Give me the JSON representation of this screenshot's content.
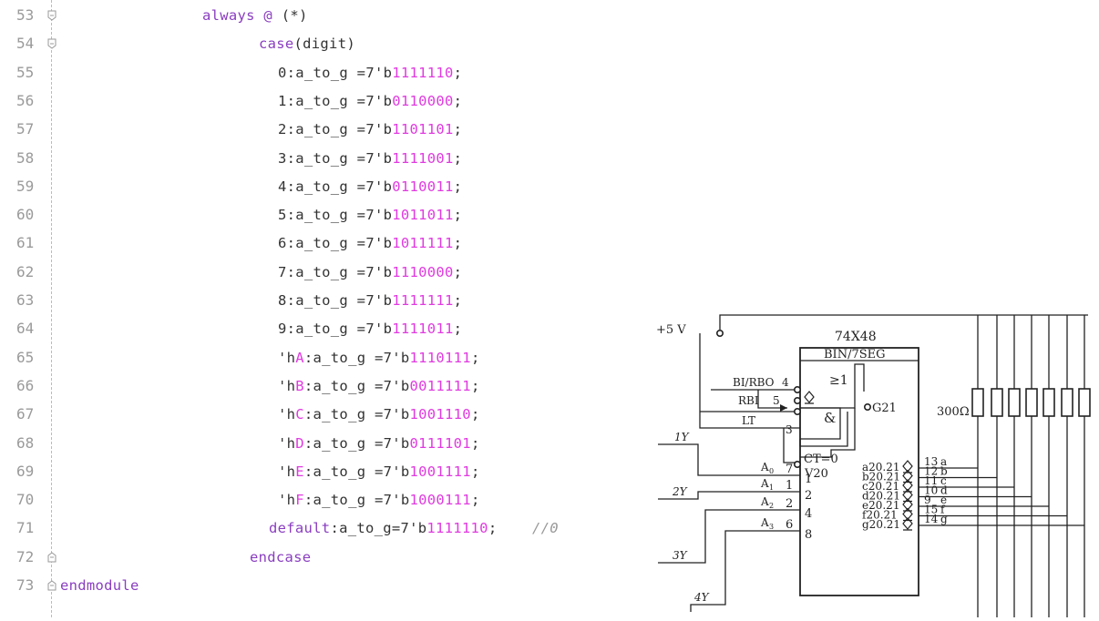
{
  "editor": {
    "lines": [
      {
        "n": "53",
        "fold": "open",
        "indent": 222,
        "parts": [
          {
            "t": "always @ ",
            "c": "kw"
          },
          {
            "t": "(*)",
            "c": ""
          }
        ]
      },
      {
        "n": "54",
        "fold": "open",
        "indent": 284,
        "parts": [
          {
            "t": "case",
            "c": "kw"
          },
          {
            "t": "(digit)",
            "c": ""
          }
        ]
      },
      {
        "n": "55",
        "fold": "",
        "indent": 305,
        "parts": [
          {
            "t": "0:a_to_g =7'b",
            "c": ""
          },
          {
            "t": "1111110",
            "c": "num"
          },
          {
            "t": ";",
            "c": ""
          }
        ]
      },
      {
        "n": "56",
        "fold": "",
        "indent": 305,
        "parts": [
          {
            "t": "1:a_to_g =7'b",
            "c": ""
          },
          {
            "t": "0110000",
            "c": "num"
          },
          {
            "t": ";",
            "c": ""
          }
        ]
      },
      {
        "n": "57",
        "fold": "",
        "indent": 305,
        "parts": [
          {
            "t": "2:a_to_g =7'b",
            "c": ""
          },
          {
            "t": "1101101",
            "c": "num"
          },
          {
            "t": ";",
            "c": ""
          }
        ]
      },
      {
        "n": "58",
        "fold": "",
        "indent": 305,
        "parts": [
          {
            "t": "3:a_to_g =7'b",
            "c": ""
          },
          {
            "t": "1111001",
            "c": "num"
          },
          {
            "t": ";",
            "c": ""
          }
        ]
      },
      {
        "n": "59",
        "fold": "",
        "indent": 305,
        "parts": [
          {
            "t": "4:a_to_g =7'b",
            "c": ""
          },
          {
            "t": "0110011",
            "c": "num"
          },
          {
            "t": ";",
            "c": ""
          }
        ]
      },
      {
        "n": "60",
        "fold": "",
        "indent": 305,
        "parts": [
          {
            "t": "5:a_to_g =7'b",
            "c": ""
          },
          {
            "t": "1011011",
            "c": "num"
          },
          {
            "t": ";",
            "c": ""
          }
        ]
      },
      {
        "n": "61",
        "fold": "",
        "indent": 305,
        "parts": [
          {
            "t": "6:a_to_g =7'b",
            "c": ""
          },
          {
            "t": "1011111",
            "c": "num"
          },
          {
            "t": ";",
            "c": ""
          }
        ]
      },
      {
        "n": "62",
        "fold": "",
        "indent": 305,
        "parts": [
          {
            "t": "7:a_to_g =7'b",
            "c": ""
          },
          {
            "t": "1110000",
            "c": "num"
          },
          {
            "t": ";",
            "c": ""
          }
        ]
      },
      {
        "n": "63",
        "fold": "",
        "indent": 305,
        "parts": [
          {
            "t": "8:a_to_g =7'b",
            "c": ""
          },
          {
            "t": "1111111",
            "c": "num"
          },
          {
            "t": ";",
            "c": ""
          }
        ]
      },
      {
        "n": "64",
        "fold": "",
        "indent": 305,
        "parts": [
          {
            "t": "9:a_to_g =7'b",
            "c": ""
          },
          {
            "t": "1111011",
            "c": "num"
          },
          {
            "t": ";",
            "c": ""
          }
        ]
      },
      {
        "n": "65",
        "fold": "",
        "indent": 305,
        "parts": [
          {
            "t": "'h",
            "c": ""
          },
          {
            "t": "A",
            "c": "hx"
          },
          {
            "t": ":a_to_g =7'b",
            "c": ""
          },
          {
            "t": "1110111",
            "c": "num"
          },
          {
            "t": ";",
            "c": ""
          }
        ]
      },
      {
        "n": "66",
        "fold": "",
        "indent": 305,
        "parts": [
          {
            "t": "'h",
            "c": ""
          },
          {
            "t": "B",
            "c": "hx"
          },
          {
            "t": ":a_to_g =7'b",
            "c": ""
          },
          {
            "t": "0011111",
            "c": "num"
          },
          {
            "t": ";",
            "c": ""
          }
        ]
      },
      {
        "n": "67",
        "fold": "",
        "indent": 305,
        "parts": [
          {
            "t": "'h",
            "c": ""
          },
          {
            "t": "C",
            "c": "hx"
          },
          {
            "t": ":a_to_g =7'b",
            "c": ""
          },
          {
            "t": "1001110",
            "c": "num"
          },
          {
            "t": ";",
            "c": ""
          }
        ]
      },
      {
        "n": "68",
        "fold": "",
        "indent": 305,
        "parts": [
          {
            "t": "'h",
            "c": ""
          },
          {
            "t": "D",
            "c": "hx"
          },
          {
            "t": ":a_to_g =7'b",
            "c": ""
          },
          {
            "t": "0111101",
            "c": "num"
          },
          {
            "t": ";",
            "c": ""
          }
        ]
      },
      {
        "n": "69",
        "fold": "",
        "indent": 305,
        "parts": [
          {
            "t": "'h",
            "c": ""
          },
          {
            "t": "E",
            "c": "hx"
          },
          {
            "t": ":a_to_g =7'b",
            "c": ""
          },
          {
            "t": "1001111",
            "c": "num"
          },
          {
            "t": ";",
            "c": ""
          }
        ]
      },
      {
        "n": "70",
        "fold": "",
        "indent": 305,
        "parts": [
          {
            "t": "'h",
            "c": ""
          },
          {
            "t": "F",
            "c": "hx"
          },
          {
            "t": ":a_to_g =7'b",
            "c": ""
          },
          {
            "t": "1000111",
            "c": "num"
          },
          {
            "t": ";",
            "c": ""
          }
        ]
      },
      {
        "n": "71",
        "fold": "",
        "indent": 295,
        "parts": [
          {
            "t": "default",
            "c": "kw"
          },
          {
            "t": ":a_to_g=7'b",
            "c": ""
          },
          {
            "t": "1111110",
            "c": "num"
          },
          {
            "t": ";    ",
            "c": ""
          },
          {
            "t": "//0",
            "c": "cm"
          }
        ]
      },
      {
        "n": "72",
        "fold": "close",
        "indent": 274,
        "parts": [
          {
            "t": "endcase",
            "c": "kw"
          }
        ]
      },
      {
        "n": "73",
        "fold": "close",
        "indent": 66,
        "parts": [
          {
            "t": "endmodule",
            "c": "kw"
          }
        ]
      }
    ]
  },
  "schematic": {
    "supply_label": "+5 V",
    "chip_name": "74X48",
    "chip_function": "BIN/7SEG",
    "or_symbol": "≥1",
    "and_symbol": "&",
    "g_label": "G21",
    "ct_label": "CT=0",
    "v_label": "V20",
    "resistor_label": "300Ω",
    "control_pins": [
      {
        "name": "BI/RBO",
        "pin": "4"
      },
      {
        "name": "RBI",
        "pin": "5"
      },
      {
        "name": "LT",
        "pin": "3"
      }
    ],
    "inputs": [
      {
        "name": "A0",
        "pin": "7",
        "weight": "1",
        "source": "1Y"
      },
      {
        "name": "A1",
        "pin": "1",
        "weight": "2",
        "source": "2Y"
      },
      {
        "name": "A2",
        "pin": "2",
        "weight": "4",
        "source": "3Y"
      },
      {
        "name": "A3",
        "pin": "6",
        "weight": "8",
        "source": "4Y"
      }
    ],
    "outputs": [
      {
        "name": "a20.21",
        "pin": "13",
        "seg": "a"
      },
      {
        "name": "b20.21",
        "pin": "12",
        "seg": "b"
      },
      {
        "name": "c20.21",
        "pin": "11",
        "seg": "c"
      },
      {
        "name": "d20.21",
        "pin": "10",
        "seg": "d"
      },
      {
        "name": "e20.21",
        "pin": "9",
        "seg": "e"
      },
      {
        "name": "f20.21",
        "pin": "15",
        "seg": "f"
      },
      {
        "name": "g20.21",
        "pin": "14",
        "seg": "g"
      }
    ]
  }
}
